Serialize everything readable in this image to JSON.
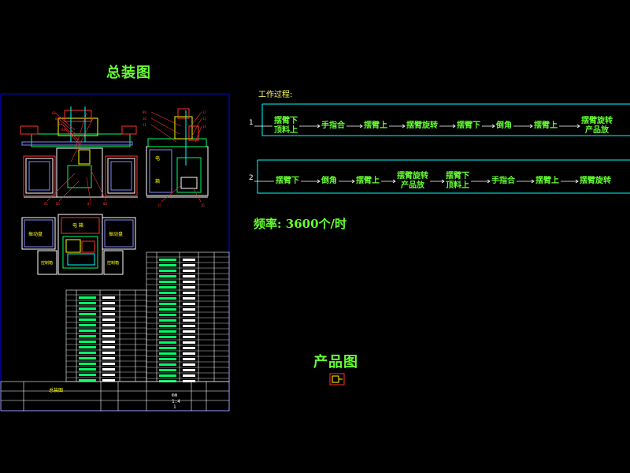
{
  "drawing": {
    "assembly_title": "总装图",
    "product_title": "产品图",
    "process_label": "工作过程:",
    "frequency": "频率: 3600个/时",
    "flows": [
      {
        "number": "1",
        "steps": [
          "摆臂下\n顶料上",
          "手指合",
          "摆臂上",
          "摆臂旋转",
          "摆臂下",
          "倒角",
          "摆臂上",
          "摆臂旋转\n产品放"
        ]
      },
      {
        "number": "2",
        "steps": [
          "摆臂下",
          "倒角",
          "摆臂上",
          "摆臂旋转\n产品放",
          "摆臂下\n顶料上",
          "手指合",
          "摆臂上",
          "摆臂旋转"
        ]
      }
    ],
    "title_block": {
      "drawing_name": "总装图",
      "unit": "mm",
      "scale": "1:4",
      "sheet": "1"
    },
    "colors": {
      "frame": "#0000ff",
      "green": "#00ff66",
      "yellow": "#ffff00",
      "red": "#ff2020",
      "cyan": "#00ffff",
      "white": "#ffffff"
    }
  }
}
